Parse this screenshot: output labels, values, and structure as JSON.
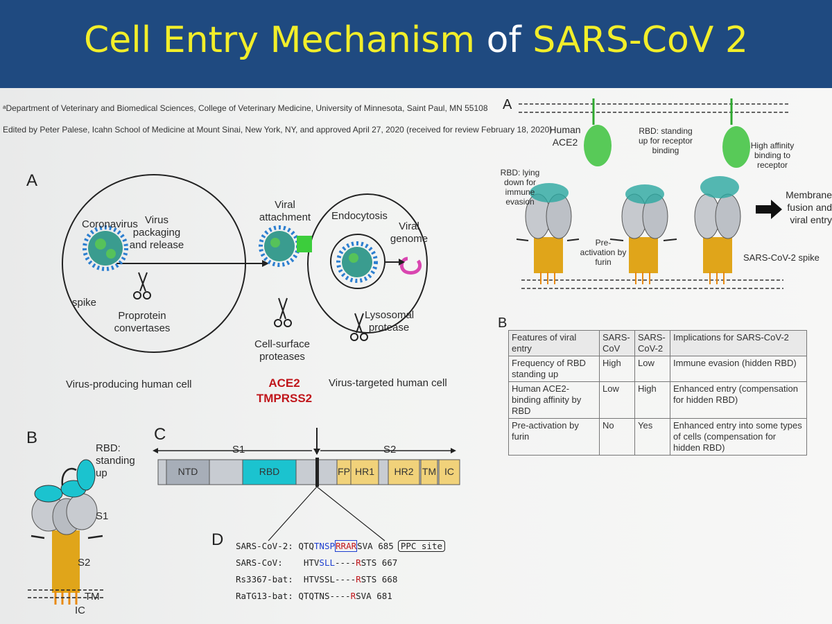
{
  "title": {
    "part1": "Cell Entry Mechanism",
    "part2": "of",
    "part3": "SARS-CoV 2"
  },
  "header_lines": {
    "affiliation": "ᵃDepartment of Veterinary and Biomedical Sciences, College of Veterinary Medicine, University of Minnesota, Saint Paul, MN 55108",
    "edited": "Edited by Peter Palese, Icahn School of Medicine at Mount Sinai, New York, NY, and approved April 27, 2020 (received for review February 18, 2020)"
  },
  "panelA_left": {
    "letter": "A",
    "coronavirus": "Coronavirus",
    "virus_packaging": [
      "Virus",
      "packaging",
      "and release"
    ],
    "spike": "spike",
    "proprotein": [
      "Proprotein",
      "convertases"
    ],
    "viral_attachment": [
      "Viral",
      "attachment"
    ],
    "endocytosis": "Endocytosis",
    "viral_genome": [
      "Viral",
      "genome"
    ],
    "lysosomal": [
      "Lysosomal",
      "protease"
    ],
    "cell_surface": [
      "Cell-surface",
      "proteases"
    ],
    "producing_cell": "Virus-producing human cell",
    "targeted_cell": "Virus-targeted human cell",
    "ace2": "ACE2",
    "tmprss2": "TMPRSS2"
  },
  "panelB_left": {
    "letter": "B",
    "rbd": [
      "RBD:",
      "standing",
      "up"
    ],
    "s1": "S1",
    "s2": "S2",
    "tm": "TM",
    "ic": "IC"
  },
  "panelC": {
    "letter": "C",
    "s1": "S1",
    "s2": "S2",
    "domains": [
      "NTD",
      "RBD",
      "FP",
      "HR1",
      "HR2",
      "TM",
      "IC"
    ]
  },
  "panelD": {
    "letter": "D",
    "rows": [
      {
        "name": "SARS-CoV-2:",
        "a": "QTQ",
        "b": "TNSP",
        "c": "RRAR",
        "d": "SVA",
        "num": "685",
        "site": "PPC site"
      },
      {
        "name": "SARS-CoV:",
        "a": "HTV",
        "b": "SLL",
        "c": "----",
        "r": "R",
        "d": "STS",
        "num": "667"
      },
      {
        "name": "Rs3367-bat:",
        "a": "HTVSSL",
        "c": "----",
        "r": "R",
        "d": "STS",
        "num": "668"
      },
      {
        "name": "RaTG13-bat:",
        "a": "QTQTNS",
        "c": "----",
        "r": "R",
        "d": "SVA",
        "num": "681"
      }
    ]
  },
  "panelA_right": {
    "letter": "A",
    "human_ace2": [
      "Human",
      "ACE2"
    ],
    "rbd_standing": [
      "RBD: standing",
      "up for receptor",
      "binding"
    ],
    "high_affinity": [
      "High affinity",
      "binding to",
      "receptor"
    ],
    "rbd_lying": [
      "RBD: lying",
      "down for",
      "immune",
      "evasion"
    ],
    "preactivation": [
      "Pre-",
      "activation by",
      "furin"
    ],
    "membrane": [
      "Membrane",
      "fusion and",
      "viral entry"
    ],
    "spike_label": "SARS-CoV-2 spike"
  },
  "panelB_right": {
    "letter": "B",
    "headers": [
      "Features of viral entry",
      "SARS-CoV",
      "SARS-CoV-2",
      "Implications for SARS-CoV-2"
    ],
    "rows": [
      [
        "Frequency of RBD standing up",
        "High",
        "Low",
        "Immune evasion (hidden RBD)"
      ],
      [
        "Human ACE2-binding affinity by RBD",
        "Low",
        "High",
        "Enhanced entry (compensation for hidden RBD)"
      ],
      [
        "Pre-activation by furin",
        "No",
        "Yes",
        "Enhanced entry into some types of cells (compensation for hidden RBD)"
      ]
    ]
  },
  "colors": {
    "title_bar": "#1f4a80",
    "title_text": "#f2ee2a",
    "virus_teal": "#2a8a8a",
    "virus_green": "#3ca83c",
    "rbd_cyan": "#1bc3cf",
    "stalk_gold": "#e0a51a",
    "domain_gold": "#f1d27a",
    "ace2_red": "#c0161b",
    "seq_blue": "#1e3fd0"
  }
}
